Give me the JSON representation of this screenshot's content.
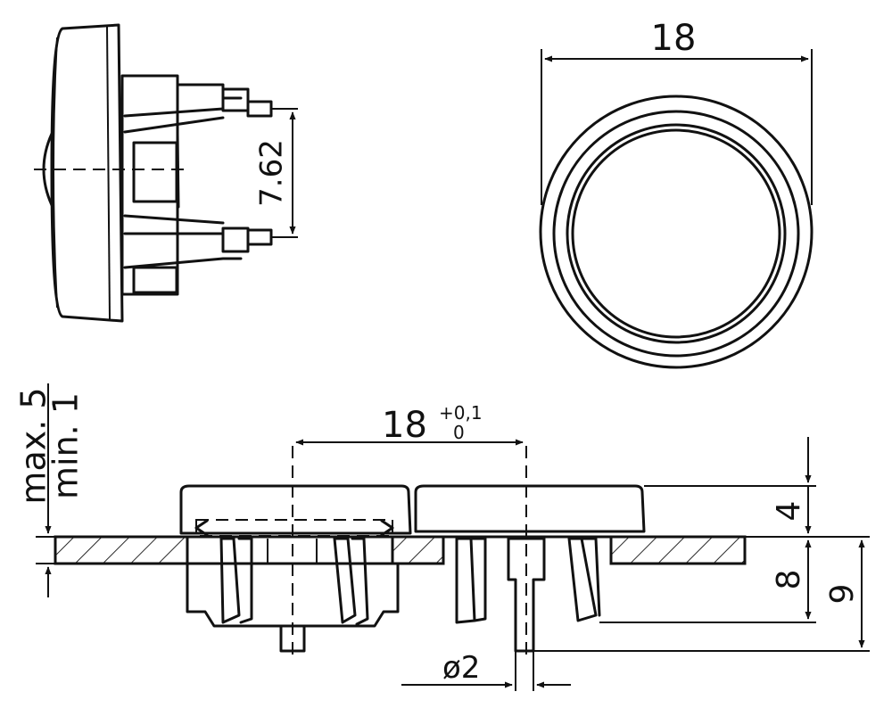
{
  "views": {
    "side": {
      "pitch_label": "7.62"
    },
    "top": {
      "diameter_label": "18"
    },
    "section": {
      "panel_thickness_max": "max. 5",
      "panel_thickness_min": "min. 1",
      "cutout_label": "18",
      "tol_upper": "+0,1",
      "tol_lower": "0",
      "cap_height_label": "4",
      "body_depth_label": "8",
      "pin_depth_label": "9",
      "pin_diameter_label": "ø2"
    }
  }
}
